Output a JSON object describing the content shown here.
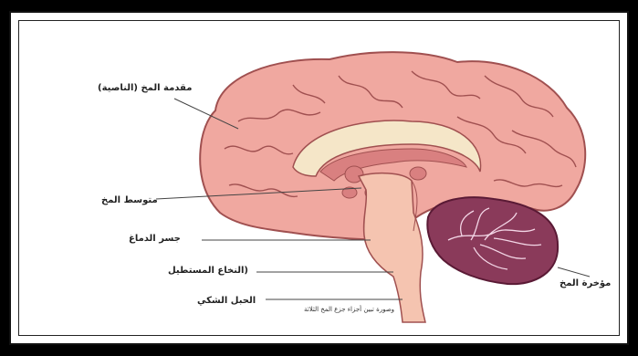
{
  "labels": {
    "frontal": "مقدمة المخ (الناصية)",
    "midbrain": "متوسط المخ",
    "pons": "جسر الدماغ",
    "medulla": "(النخاع المستطيل",
    "reticular": "الحبل الشكي",
    "hindbrain": "مؤخرة المخ"
  },
  "caption": "وصورة تبين أجزاء جزع المخ الثلاثة",
  "colors": {
    "cortex": "#f0a8a0",
    "cortex_outline": "#a05050",
    "brainstem": "#f5c4b0",
    "corpus": "#f5e6c8",
    "ventricle": "#d98080",
    "cerebellum": "#8a3a5a",
    "cerebellum_outline": "#5a1a35"
  }
}
